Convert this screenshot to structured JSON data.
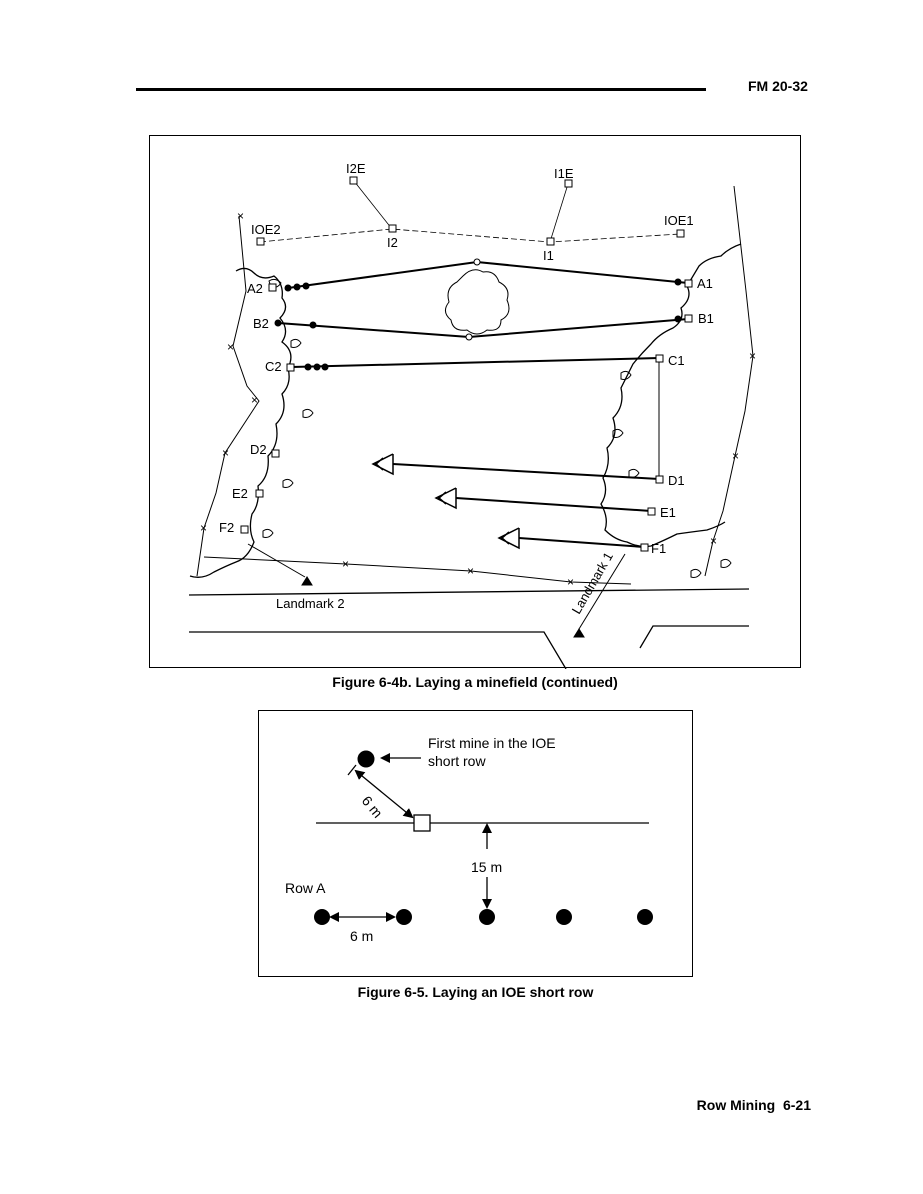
{
  "header": {
    "manual_code": "FM 20-32"
  },
  "figure1": {
    "caption": "Figure 6-4b. Laying a minefield (continued)",
    "labels": {
      "i2e": "I2E",
      "i1e": "I1E",
      "ioe2": "IOE2",
      "ioe1": "IOE1",
      "i2": "I2",
      "i1": "I1",
      "a2": "A2",
      "a1": "A1",
      "b2": "B2",
      "b1": "B1",
      "c2": "C2",
      "c1": "C1",
      "d2": "D2",
      "d1": "D1",
      "e2": "E2",
      "e1": "E1",
      "f2": "F2",
      "f1": "F1",
      "landmark2": "Landmark 2",
      "landmark1": "Landmark 1"
    }
  },
  "figure2": {
    "caption": "Figure 6-5. Laying an IOE short row",
    "labels": {
      "first_mine": "First mine in the IOE",
      "first_mine_line2": "short row",
      "dist_diag": "6 m",
      "dist_vert": "15 m",
      "row_a": "Row A",
      "dist_row": "6 m"
    }
  },
  "footer": {
    "page_label": "Row Mining  6-21"
  }
}
